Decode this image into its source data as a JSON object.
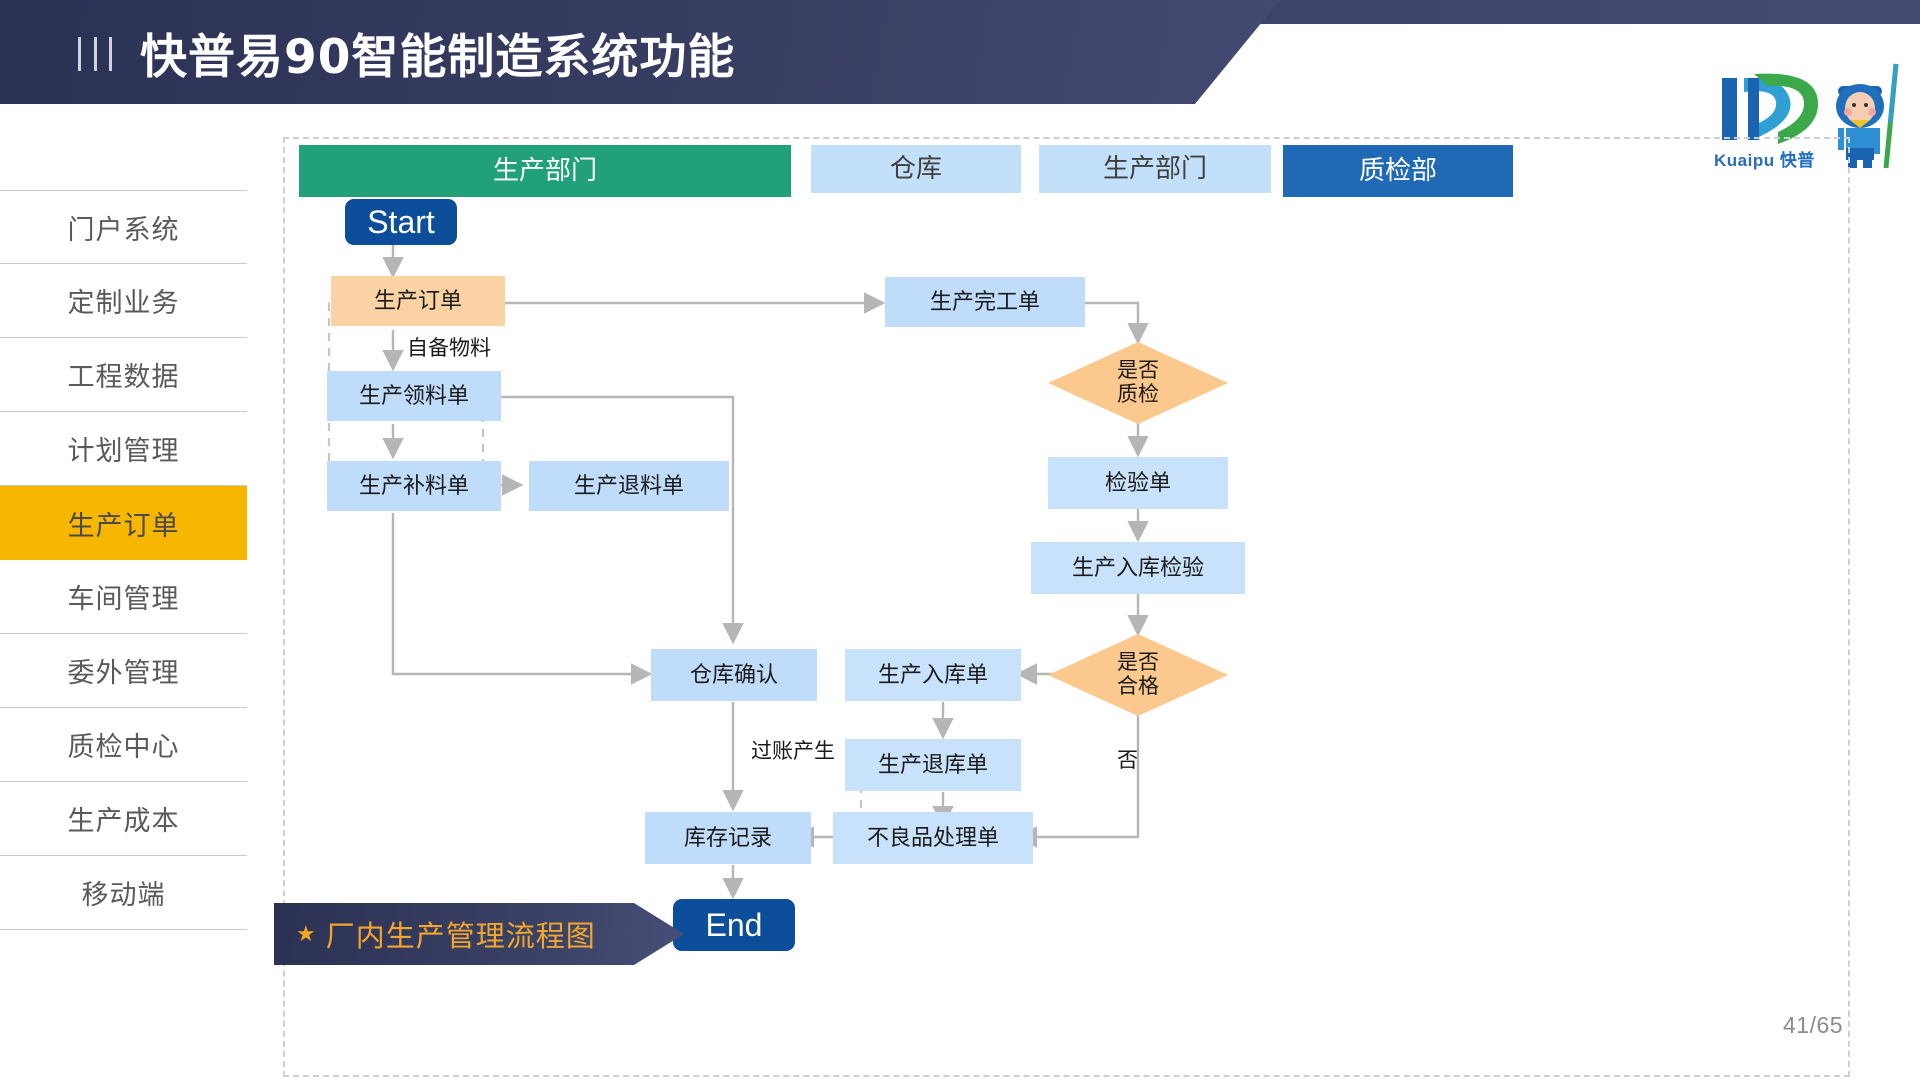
{
  "header": {
    "title": "快普易90智能制造系统功能",
    "menu_icon": "triple-bar-icon"
  },
  "logo": {
    "latin": "Kuaipu",
    "chinese": "快普",
    "monogram": "KP",
    "mascot": "mascot-character"
  },
  "sidebar": {
    "items": [
      {
        "label": "门户系统",
        "active": false
      },
      {
        "label": "定制业务",
        "active": false
      },
      {
        "label": "工程数据",
        "active": false
      },
      {
        "label": "计划管理",
        "active": false
      },
      {
        "label": "生产订单",
        "active": true
      },
      {
        "label": "车间管理",
        "active": false
      },
      {
        "label": "委外管理",
        "active": false
      },
      {
        "label": "质检中心",
        "active": false
      },
      {
        "label": "生产成本",
        "active": false
      },
      {
        "label": "移动端",
        "active": false
      }
    ]
  },
  "banner": {
    "star": "★",
    "label": "厂内生产管理流程图"
  },
  "footer": {
    "page": "41/65"
  },
  "chart_data": {
    "type": "diagram",
    "title": "厂内生产管理流程图",
    "swimlane_headers": [
      {
        "label": "生产部门",
        "color": "#22a07a",
        "text_color": "#ffffff"
      },
      {
        "label": "仓库",
        "color": "#c3e0fb",
        "text_color": "#3f3f3f"
      },
      {
        "label": "生产部门",
        "color": "#c3e0fb",
        "text_color": "#3f3f3f"
      },
      {
        "label": "质检部",
        "color": "#2069b4",
        "text_color": "#ffffff"
      }
    ],
    "nodes": [
      {
        "id": "start",
        "label": "Start",
        "shape": "terminator",
        "color": "#0c4e99"
      },
      {
        "id": "po",
        "label": "生产订单",
        "shape": "process",
        "color": "#fad2a3"
      },
      {
        "id": "pick",
        "label": "生产领料单",
        "shape": "process",
        "color": "#bfdcfb"
      },
      {
        "id": "supply",
        "label": "生产补料单",
        "shape": "process",
        "color": "#bfdcfb"
      },
      {
        "id": "return_mat",
        "label": "生产退料单",
        "shape": "process",
        "color": "#bfdcfb"
      },
      {
        "id": "finish",
        "label": "生产完工单",
        "shape": "process",
        "color": "#bfdcfb"
      },
      {
        "id": "qc_check",
        "label": "是否\n质检",
        "shape": "decision",
        "color": "#fbc98d"
      },
      {
        "id": "inspect",
        "label": "检验单",
        "shape": "process",
        "color": "#c9e2fc"
      },
      {
        "id": "in_insp",
        "label": "生产入库检验",
        "shape": "process",
        "color": "#c9e2fc"
      },
      {
        "id": "qualified",
        "label": "是否\n合格",
        "shape": "decision",
        "color": "#fbc98d"
      },
      {
        "id": "in_stock",
        "label": "生产入库单",
        "shape": "process",
        "color": "#c9e2fc"
      },
      {
        "id": "out_stock",
        "label": "生产退库单",
        "shape": "process",
        "color": "#c9e2fc"
      },
      {
        "id": "defect",
        "label": "不良品处理单",
        "shape": "process",
        "color": "#c9e2fc"
      },
      {
        "id": "wh_confirm",
        "label": "仓库确认",
        "shape": "process",
        "color": "#bfdcfb"
      },
      {
        "id": "inv_record",
        "label": "库存记录",
        "shape": "process",
        "color": "#bfdcfb"
      },
      {
        "id": "end",
        "label": "End",
        "shape": "terminator",
        "color": "#0c4e99"
      }
    ],
    "edge_labels": [
      {
        "id": "self_material",
        "label": "自备物料"
      },
      {
        "id": "posting",
        "label": "过账产生"
      },
      {
        "id": "no_branch",
        "label": "否"
      }
    ],
    "edges": [
      {
        "from": "start",
        "to": "po",
        "style": "solid"
      },
      {
        "from": "po",
        "to": "pick",
        "style": "solid",
        "label": "自备物料"
      },
      {
        "from": "po",
        "to": "finish",
        "style": "solid"
      },
      {
        "from": "po",
        "to": "supply",
        "style": "dashed"
      },
      {
        "from": "pick",
        "to": "supply",
        "style": "solid"
      },
      {
        "from": "pick",
        "to": "wh_confirm",
        "style": "solid"
      },
      {
        "from": "supply",
        "to": "return_mat",
        "style": "solid"
      },
      {
        "from": "supply",
        "to": "wh_confirm",
        "style": "solid"
      },
      {
        "from": "finish",
        "to": "qc_check",
        "style": "solid"
      },
      {
        "from": "qc_check",
        "to": "inspect",
        "style": "solid"
      },
      {
        "from": "inspect",
        "to": "in_insp",
        "style": "solid"
      },
      {
        "from": "in_insp",
        "to": "qualified",
        "style": "solid"
      },
      {
        "from": "qualified",
        "to": "in_stock",
        "style": "solid"
      },
      {
        "from": "qualified",
        "to": "defect",
        "style": "solid",
        "label": "否"
      },
      {
        "from": "in_stock",
        "to": "out_stock",
        "style": "solid"
      },
      {
        "from": "out_stock",
        "to": "defect",
        "style": "solid"
      },
      {
        "from": "out_stock",
        "to": "inv_record",
        "style": "dashed"
      },
      {
        "from": "defect",
        "to": "inv_record",
        "style": "solid"
      },
      {
        "from": "wh_confirm",
        "to": "inv_record",
        "style": "solid",
        "label": "过账产生"
      },
      {
        "from": "inv_record",
        "to": "end",
        "style": "solid"
      }
    ]
  }
}
